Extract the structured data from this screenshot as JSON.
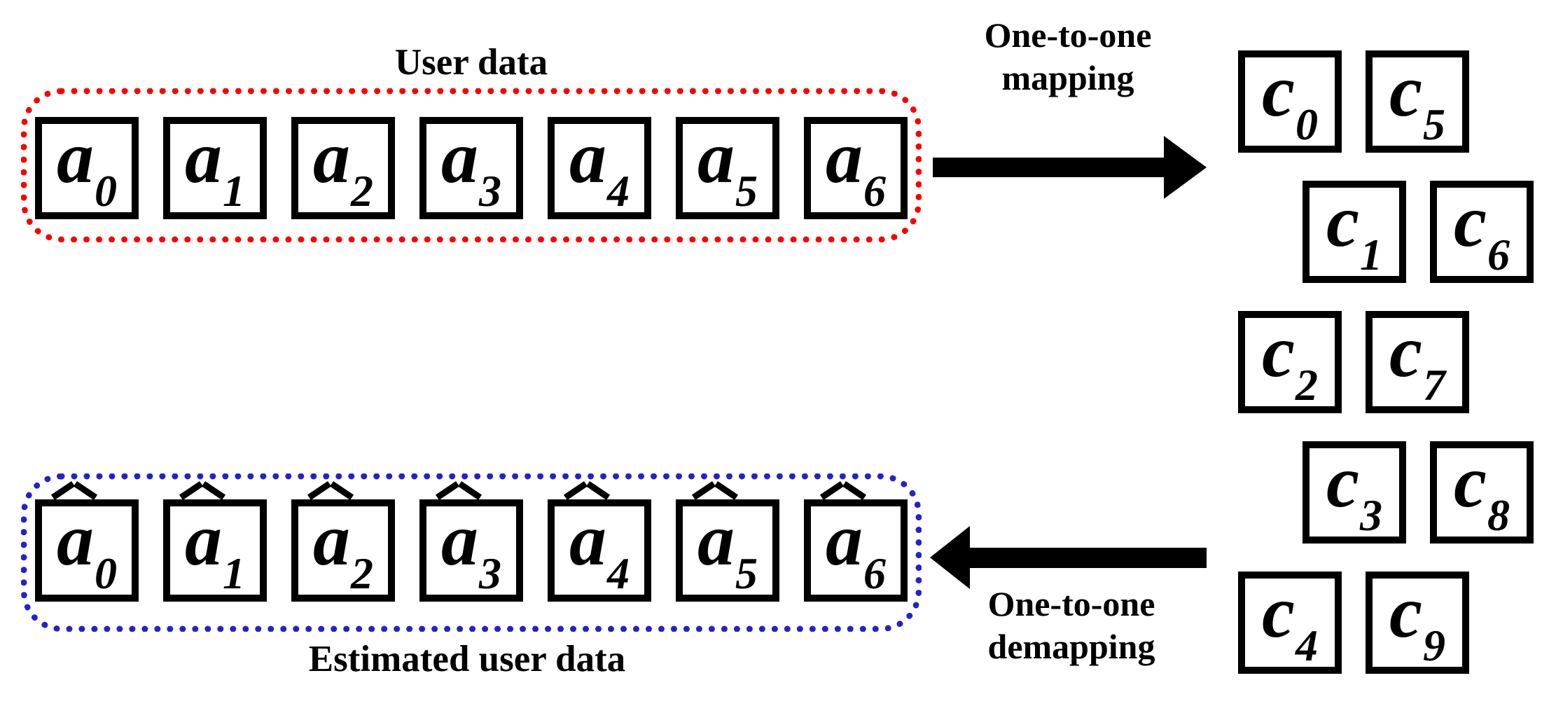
{
  "user_data": {
    "title": "User data",
    "border_color": "#fa0000",
    "boxes": [
      {
        "base": "a",
        "sub": "0",
        "hat": false
      },
      {
        "base": "a",
        "sub": "1",
        "hat": false
      },
      {
        "base": "a",
        "sub": "2",
        "hat": false
      },
      {
        "base": "a",
        "sub": "3",
        "hat": false
      },
      {
        "base": "a",
        "sub": "4",
        "hat": false
      },
      {
        "base": "a",
        "sub": "5",
        "hat": false
      },
      {
        "base": "a",
        "sub": "6",
        "hat": false
      }
    ]
  },
  "estimated_data": {
    "title": "Estimated user data",
    "border_color": "#2222cc",
    "boxes": [
      {
        "base": "a",
        "sub": "0",
        "hat": true
      },
      {
        "base": "a",
        "sub": "1",
        "hat": true
      },
      {
        "base": "a",
        "sub": "2",
        "hat": true
      },
      {
        "base": "a",
        "sub": "3",
        "hat": true
      },
      {
        "base": "a",
        "sub": "4",
        "hat": true
      },
      {
        "base": "a",
        "sub": "5",
        "hat": true
      },
      {
        "base": "a",
        "sub": "6",
        "hat": true
      }
    ]
  },
  "mapping": {
    "label_line1": "One-to-one",
    "label_line2": "mapping",
    "direction": "right"
  },
  "demapping": {
    "label_line1": "One-to-one",
    "label_line2": "demapping",
    "direction": "left"
  },
  "codewords": {
    "base": "c",
    "rows": [
      [
        "0",
        "5"
      ],
      [
        "1",
        "6"
      ],
      [
        "2",
        "7"
      ],
      [
        "3",
        "8"
      ],
      [
        "4",
        "9"
      ]
    ]
  },
  "colors": {
    "box_border": "#000000",
    "arrow": "#000000",
    "text": "#000000"
  }
}
